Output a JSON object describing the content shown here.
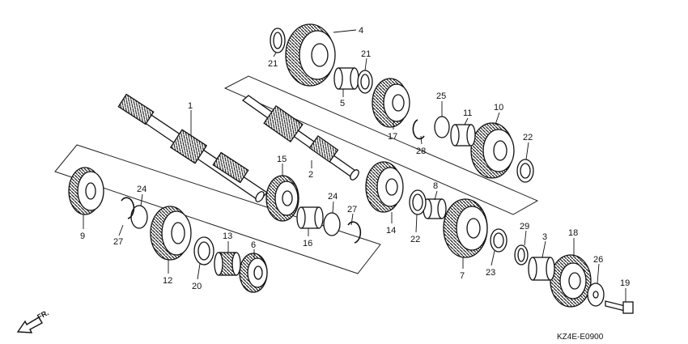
{
  "diagram": {
    "code": "KZ4E-E0900",
    "direction_label": "FR.",
    "part_labels": [
      "1",
      "2",
      "3",
      "4",
      "5",
      "6",
      "7",
      "8",
      "9",
      "10",
      "11",
      "12",
      "13",
      "14",
      "15",
      "16",
      "17",
      "18",
      "19",
      "20",
      "21",
      "21",
      "22",
      "22",
      "23",
      "24",
      "24",
      "25",
      "26",
      "27",
      "27",
      "28",
      "29"
    ]
  }
}
